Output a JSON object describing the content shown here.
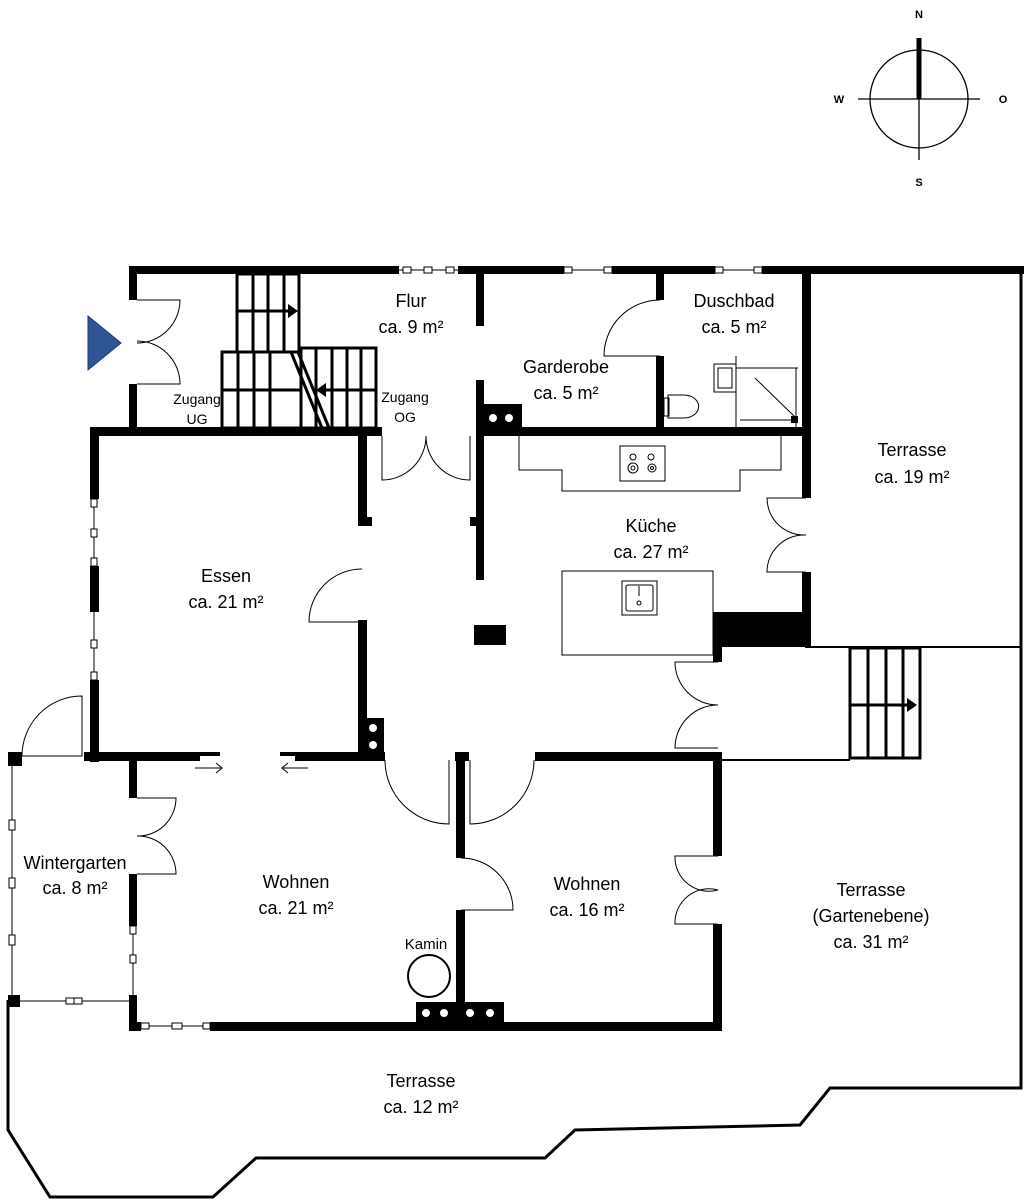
{
  "compass": {
    "north": "N",
    "south": "S",
    "west": "W",
    "east": "O"
  },
  "rooms": {
    "flur": {
      "name": "Flur",
      "area": "ca. 9 m²"
    },
    "duschbad": {
      "name": "Duschbad",
      "area": "ca. 5 m²"
    },
    "garderobe": {
      "name": "Garderobe",
      "area": "ca. 5 m²"
    },
    "terrasse_o": {
      "name": "Terrasse",
      "area": "ca. 19 m²"
    },
    "kueche": {
      "name": "Küche",
      "area": "ca. 27 m²"
    },
    "essen": {
      "name": "Essen",
      "area": "ca. 21 m²"
    },
    "wintergarten": {
      "name": "Wintergarten",
      "area": "ca. 8 m²"
    },
    "wohnen_1": {
      "name": "Wohnen",
      "area": "ca. 21 m²"
    },
    "wohnen_2": {
      "name": "Wohnen",
      "area": "ca. 16 m²"
    },
    "terrasse_g": {
      "name": "Terrasse",
      "sub": "(Gartenebene)",
      "area": "ca. 31 m²"
    },
    "terrasse_s": {
      "name": "Terrasse",
      "area": "ca. 12 m²"
    }
  },
  "labels": {
    "zugang_ug_1": "Zugang",
    "zugang_ug_2": "UG",
    "zugang_og_1": "Zugang",
    "zugang_og_2": "OG",
    "kamin": "Kamin"
  },
  "colors": {
    "entrance_marker": "#2f5597",
    "wall": "#000000"
  }
}
